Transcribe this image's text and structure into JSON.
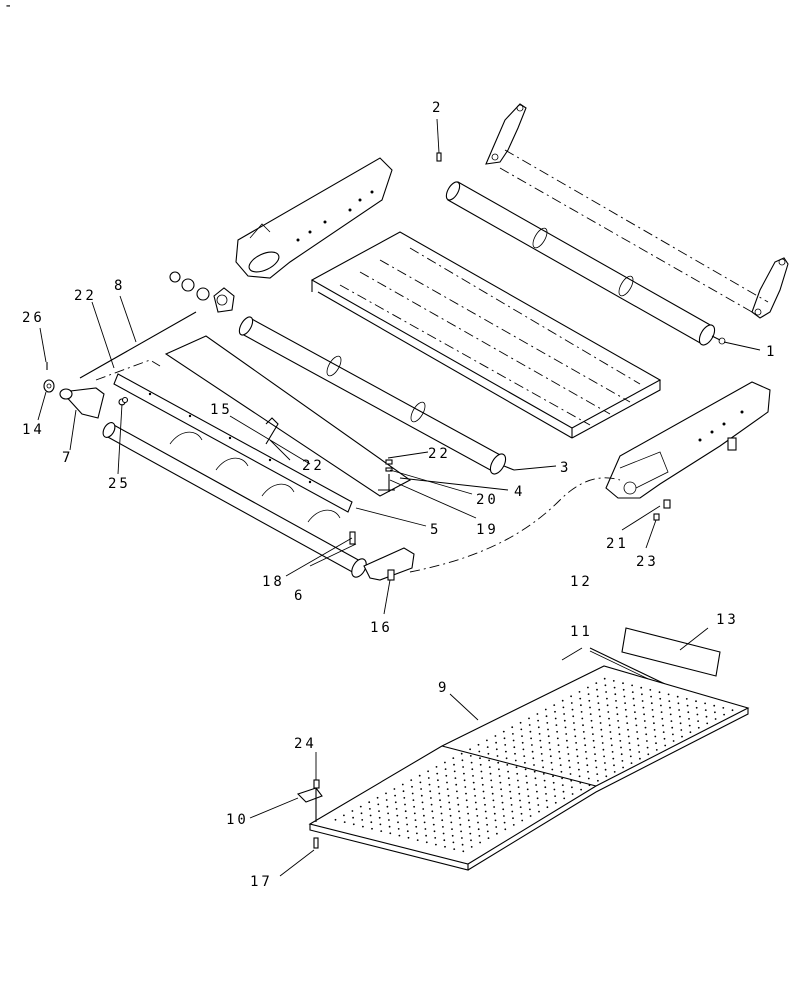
{
  "corner_mark": "-",
  "callouts": [
    {
      "id": "c1",
      "label": "1"
    },
    {
      "id": "c2",
      "label": "2"
    },
    {
      "id": "c3",
      "label": "3"
    },
    {
      "id": "c4",
      "label": "4"
    },
    {
      "id": "c5",
      "label": "5"
    },
    {
      "id": "c6",
      "label": "6"
    },
    {
      "id": "c7",
      "label": "7"
    },
    {
      "id": "c8",
      "label": "8"
    },
    {
      "id": "c9",
      "label": "9"
    },
    {
      "id": "c10",
      "label": "10"
    },
    {
      "id": "c11",
      "label": "11"
    },
    {
      "id": "c12",
      "label": "12"
    },
    {
      "id": "c13",
      "label": "13"
    },
    {
      "id": "c14",
      "label": "14"
    },
    {
      "id": "c15",
      "label": "15"
    },
    {
      "id": "c16",
      "label": "16"
    },
    {
      "id": "c17",
      "label": "17"
    },
    {
      "id": "c18",
      "label": "18"
    },
    {
      "id": "c19",
      "label": "19"
    },
    {
      "id": "c20",
      "label": "20"
    },
    {
      "id": "c21",
      "label": "21"
    },
    {
      "id": "c22a",
      "label": "22"
    },
    {
      "id": "c22b",
      "label": "22"
    },
    {
      "id": "c22c",
      "label": "22"
    },
    {
      "id": "c23",
      "label": "23"
    },
    {
      "id": "c24",
      "label": "24"
    },
    {
      "id": "c25",
      "label": "25"
    },
    {
      "id": "c26",
      "label": "26"
    }
  ]
}
